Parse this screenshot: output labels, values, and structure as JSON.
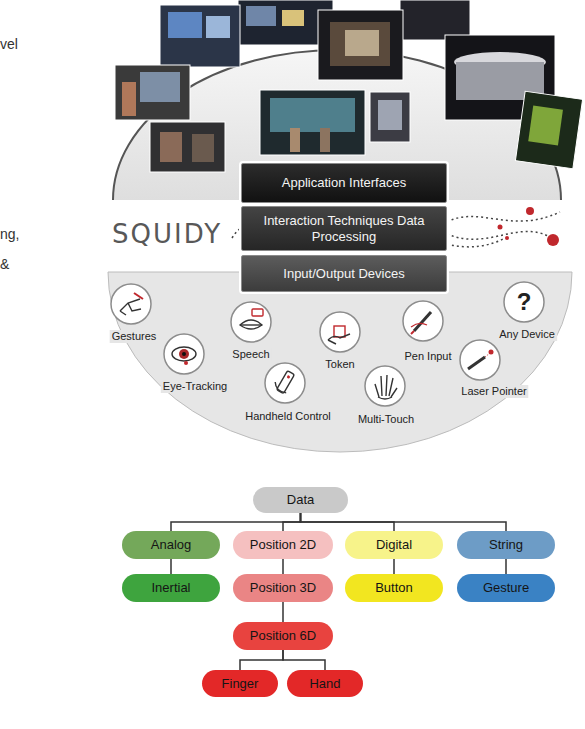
{
  "diagram": {
    "nodes": [
      {
        "text": [
          "Application Interfaces"
        ]
      },
      {
        "text": [
          "Interaction Techniques Data Processing"
        ]
      },
      {
        "text": [
          "Input/Output Devices"
        ]
      },
      {
        "text": [
          "Gestures"
        ]
      },
      {
        "text": [
          "Eye-Tracking"
        ]
      },
      {
        "text": [
          "Speech"
        ]
      },
      {
        "text": [
          "Handheld Control"
        ]
      },
      {
        "text": [
          "Token"
        ]
      },
      {
        "text": [
          "Multi-Touch"
        ]
      },
      {
        "text": [
          "Pen Input"
        ]
      },
      {
        "text": [
          "Laser Pointer"
        ]
      },
      {
        "text": [
          "?",
          "Any Device"
        ]
      },
      {
        "text": [
          "Data"
        ]
      },
      {
        "text": [
          "Analog"
        ]
      },
      {
        "text": [
          "Position 2D"
        ]
      },
      {
        "text": [
          "Digital"
        ]
      },
      {
        "text": [
          "String"
        ]
      },
      {
        "text": [
          "Inertial"
        ]
      },
      {
        "text": [
          "Position 3D"
        ]
      },
      {
        "text": [
          "Button"
        ]
      },
      {
        "text": [
          "Gesture"
        ]
      },
      {
        "text": [
          "Position 6D"
        ]
      },
      {
        "text": [
          "Finger"
        ]
      },
      {
        "text": [
          "Hand"
        ]
      }
    ],
    "edges": [
      {
        "from": 12,
        "to": 13,
        "arrow": "none"
      },
      {
        "from": 12,
        "to": 14,
        "arrow": "none"
      },
      {
        "from": 12,
        "to": 15,
        "arrow": "none"
      },
      {
        "from": 12,
        "to": 16,
        "arrow": "none"
      },
      {
        "from": 13,
        "to": 17,
        "arrow": "none"
      },
      {
        "from": 14,
        "to": 18,
        "arrow": "none"
      },
      {
        "from": 15,
        "to": 19,
        "arrow": "none"
      },
      {
        "from": 16,
        "to": 20,
        "arrow": "none"
      },
      {
        "from": 18,
        "to": 21,
        "arrow": "none"
      },
      {
        "from": 21,
        "to": 22,
        "arrow": "none"
      },
      {
        "from": 21,
        "to": 23,
        "arrow": "none"
      }
    ],
    "labels": [
      "vel",
      "ng,",
      "&",
      "SQUIDY"
    ]
  }
}
